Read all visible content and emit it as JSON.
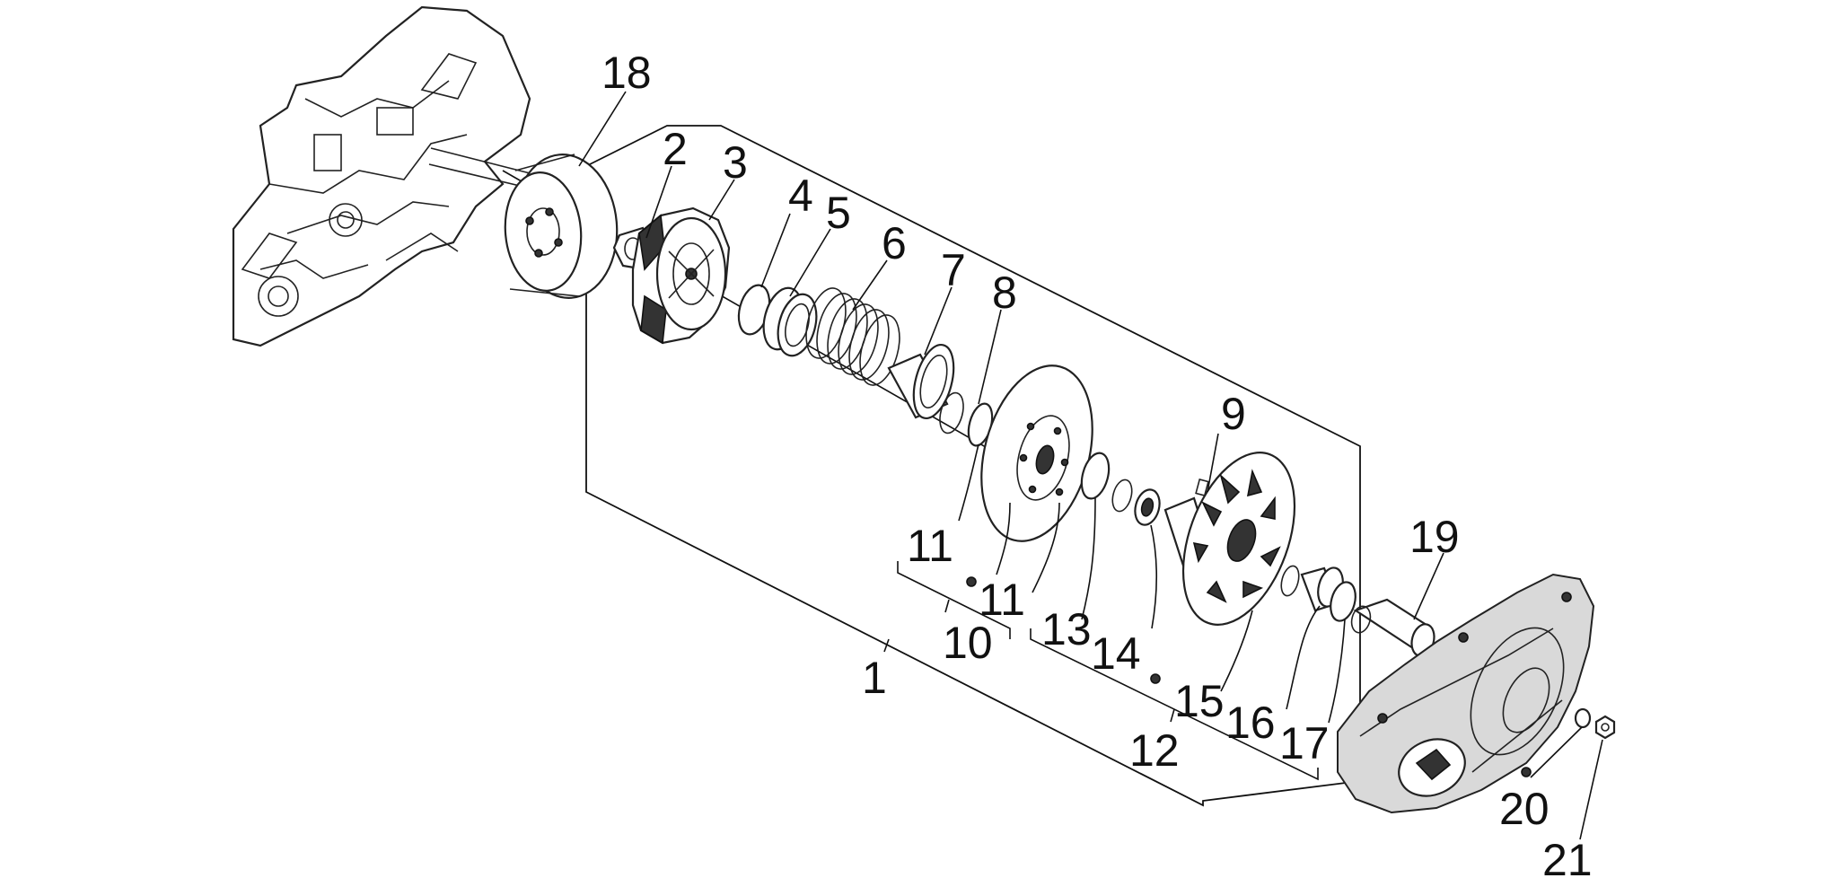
{
  "callouts": {
    "c1": "1",
    "c2": "2",
    "c3": "3",
    "c4": "4",
    "c5": "5",
    "c6": "6",
    "c7": "7",
    "c8": "8",
    "c9": "9",
    "c10": "10",
    "c11a": "11",
    "c11b": "11",
    "c12": "12",
    "c13": "13",
    "c14": "14",
    "c15": "15",
    "c16": "16",
    "c17": "17",
    "c18": "18",
    "c19": "19",
    "c20": "20",
    "c21": "21"
  }
}
